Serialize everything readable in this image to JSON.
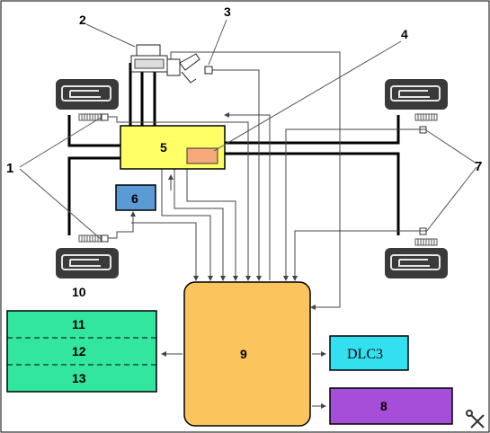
{
  "callouts": {
    "n1": "1",
    "n2": "2",
    "n3": "3",
    "n4": "4",
    "n7": "7",
    "n10": "10"
  },
  "blocks": {
    "hydraulic_unit": "5",
    "relay": "6",
    "ecu": "9",
    "dlc3": "DLC3",
    "block8": "8",
    "panel_row1": "11",
    "panel_row2": "12",
    "panel_row3": "13"
  },
  "colors": {
    "hydraulic_unit": "#ffff66",
    "relay": "#5b9bd5",
    "ecu": "#fbc45c",
    "dlc3": "#33e0f0",
    "block8": "#a64dd9",
    "panel": "#33e6a0",
    "solenoid": "#f7a97b",
    "wheel": "#3a3a3a"
  },
  "icons": {
    "corner_tool": "wrench-screwdriver-icon"
  }
}
